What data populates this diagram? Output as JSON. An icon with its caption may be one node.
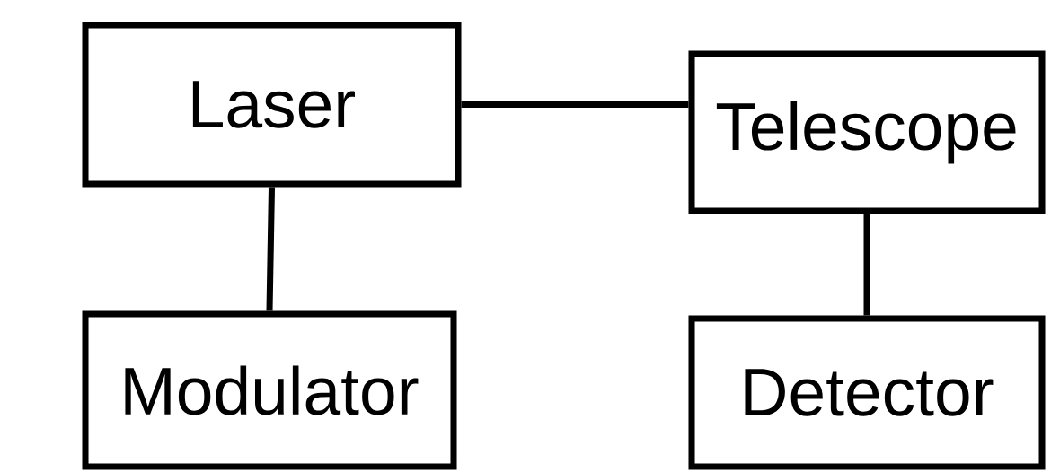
{
  "diagram": {
    "nodes": [
      {
        "text": [
          "Laser"
        ]
      },
      {
        "text": [
          "Modulator"
        ]
      },
      {
        "text": [
          "Telescope"
        ]
      },
      {
        "text": [
          "Detector"
        ]
      }
    ],
    "edges": [
      {
        "from": 0,
        "to": 2,
        "arrow": "none"
      },
      {
        "from": 0,
        "to": 1,
        "arrow": "none"
      },
      {
        "from": 2,
        "to": 3,
        "arrow": "none"
      }
    ]
  }
}
